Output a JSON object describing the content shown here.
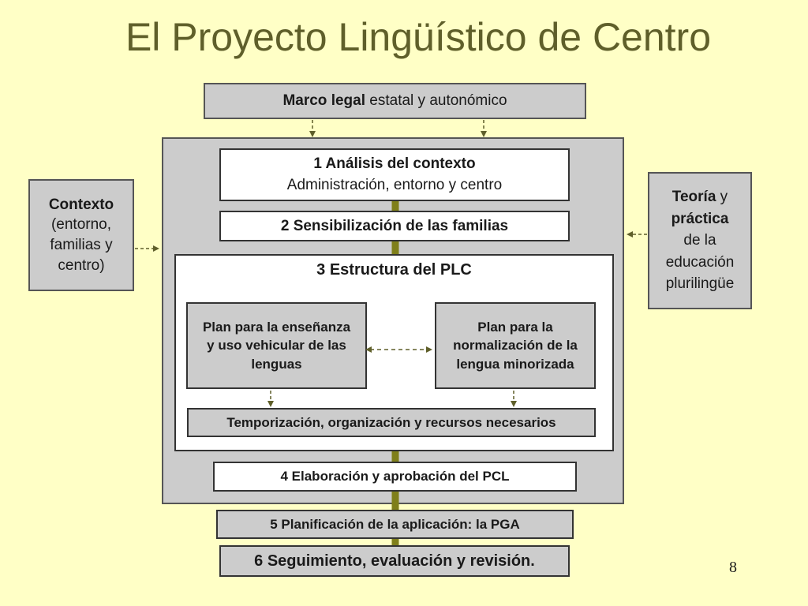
{
  "title": "El Proyecto Lingüístico de Centro",
  "marco": {
    "bold": "Marco legal",
    "rest": " estatal y autonómico"
  },
  "contexto": {
    "bold": "Contexto",
    "rest": "(entorno, familias y centro)"
  },
  "teoria": {
    "bold1": "Teoría",
    "y": " y ",
    "bold2": "práctica",
    "rest": "de la educación plurilingüe"
  },
  "step1": {
    "title": "1 Análisis del contexto",
    "subtitle": "Administración, entorno y centro"
  },
  "step2": {
    "label": "2 Sensibilización de las familias"
  },
  "step3": {
    "title": "3 Estructura del PLC",
    "plan_left": "Plan para la enseñanza y uso vehicular de las lenguas",
    "plan_right": "Plan para la normalización de la lengua minorizada",
    "temporizacion": "Temporización, organización y recursos necesarios"
  },
  "step4": {
    "label": "4 Elaboración y aprobación del PCL"
  },
  "step5": {
    "label": "5  Planificación de la aplicación: la PGA"
  },
  "step6": {
    "label": "6 Seguimiento, evaluación y revisión."
  },
  "page_number": "8",
  "colors": {
    "background": "#ffffc6",
    "title": "#5f5f2a",
    "connector": "#7f7f1a",
    "box_gray": "#cccccc"
  }
}
